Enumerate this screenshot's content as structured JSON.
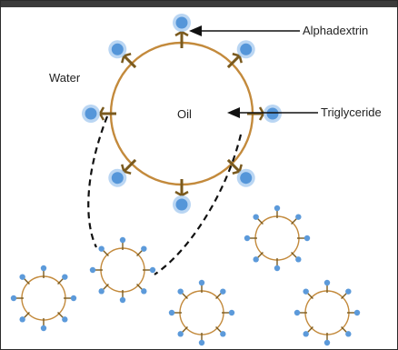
{
  "labels": {
    "water": "Water",
    "oil": "Oil",
    "alphadextrin": "Alphadextrin",
    "triglyceride": "Triglyceride"
  },
  "colors": {
    "ring": "#c38a3c",
    "molecule": "#7a5a1e",
    "head": "#4a8fd6",
    "head_glow": "#9cc4ee",
    "arrow": "#111111",
    "dash": "#111111",
    "frame": "#2b2b2b",
    "topbar": "#3b3b3b"
  },
  "micelles": {
    "large_count": 1,
    "small_count": 5
  }
}
